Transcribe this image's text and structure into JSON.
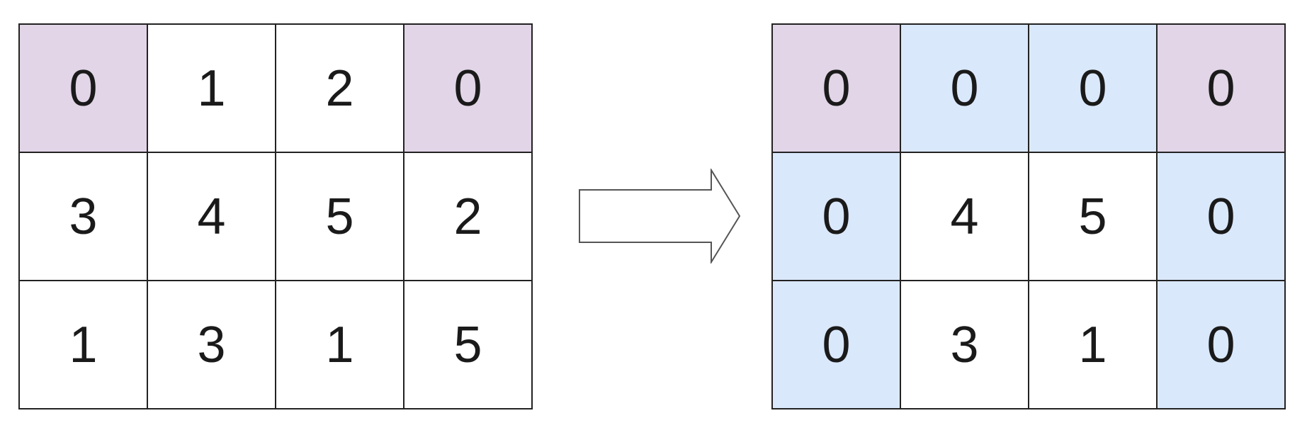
{
  "input_matrix": {
    "rows": [
      [
        {
          "value": "0",
          "fill": "#e1d5e7"
        },
        {
          "value": "1",
          "fill": "#ffffff"
        },
        {
          "value": "2",
          "fill": "#ffffff"
        },
        {
          "value": "0",
          "fill": "#e1d5e7"
        }
      ],
      [
        {
          "value": "3",
          "fill": "#ffffff"
        },
        {
          "value": "4",
          "fill": "#ffffff"
        },
        {
          "value": "5",
          "fill": "#ffffff"
        },
        {
          "value": "2",
          "fill": "#ffffff"
        }
      ],
      [
        {
          "value": "1",
          "fill": "#ffffff"
        },
        {
          "value": "3",
          "fill": "#ffffff"
        },
        {
          "value": "1",
          "fill": "#ffffff"
        },
        {
          "value": "5",
          "fill": "#ffffff"
        }
      ]
    ]
  },
  "arrow": {
    "icon": "right-arrow-icon"
  },
  "output_matrix": {
    "rows": [
      [
        {
          "value": "0",
          "fill": "#e1d5e7"
        },
        {
          "value": "0",
          "fill": "#dae8fc"
        },
        {
          "value": "0",
          "fill": "#dae8fc"
        },
        {
          "value": "0",
          "fill": "#e1d5e7"
        }
      ],
      [
        {
          "value": "0",
          "fill": "#dae8fc"
        },
        {
          "value": "4",
          "fill": "#ffffff"
        },
        {
          "value": "5",
          "fill": "#ffffff"
        },
        {
          "value": "0",
          "fill": "#dae8fc"
        }
      ],
      [
        {
          "value": "0",
          "fill": "#dae8fc"
        },
        {
          "value": "3",
          "fill": "#ffffff"
        },
        {
          "value": "1",
          "fill": "#ffffff"
        },
        {
          "value": "0",
          "fill": "#dae8fc"
        }
      ]
    ]
  },
  "colors": {
    "original_zero": "#e1d5e7",
    "set_to_zero": "#dae8fc",
    "unchanged": "#ffffff",
    "grid_line": "#222222"
  }
}
